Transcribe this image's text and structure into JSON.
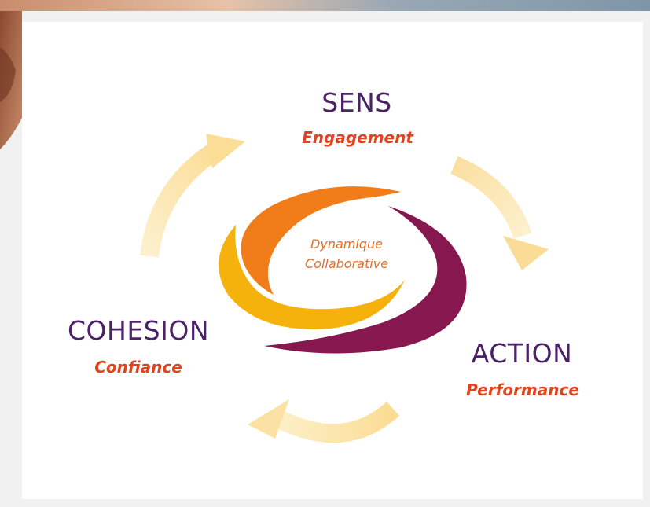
{
  "nodes": {
    "sens": {
      "title": "SENS",
      "subtitle": "Engagement"
    },
    "action": {
      "title": "ACTION",
      "subtitle": "Performance"
    },
    "cohesion": {
      "title": "COHESION",
      "subtitle": "Confiance"
    }
  },
  "center": {
    "line1": "Dynamique",
    "line2": "Collaborative"
  },
  "colors": {
    "title": "#4b2168",
    "subtitle": "#e0431e",
    "center_text": "#e3712a",
    "swirl_orange": "#f07c1a",
    "swirl_yellow": "#f6b20c",
    "swirl_purple": "#86184f",
    "cycle_arrows": "#fbe3a6"
  }
}
